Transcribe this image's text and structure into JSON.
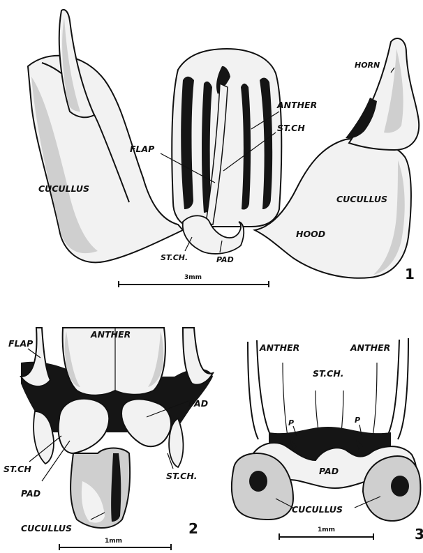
{
  "figure1": {
    "labels": {
      "horn": "HORN",
      "anther": "ANTHER",
      "stch_upper": "ST.CH",
      "flap": "FLAP",
      "cucullus_left": "CUCULLUS",
      "cucullus_right": "CUCULLUS",
      "hood": "HOOD",
      "stch_lower": "ST.CH.",
      "pad": "PAD"
    },
    "scale_label": "3mm",
    "number": "1"
  },
  "figure2": {
    "labels": {
      "flap": "FLAP",
      "anther": "ANTHER",
      "pad_right": "PAD",
      "stch_left": "ST.CH",
      "pad_left": "PAD",
      "stch_right": "ST.CH.",
      "cucullus": "CUCULLUS"
    },
    "scale_label": "1mm",
    "number": "2"
  },
  "figure3": {
    "labels": {
      "anther_left": "ANTHER",
      "anther_right": "ANTHER",
      "stch": "ST.CH.",
      "p_left": "P",
      "p_right": "P",
      "pad": "PAD",
      "cucullus": "CUCULLUS"
    },
    "scale_label": "1mm",
    "number": "3"
  }
}
